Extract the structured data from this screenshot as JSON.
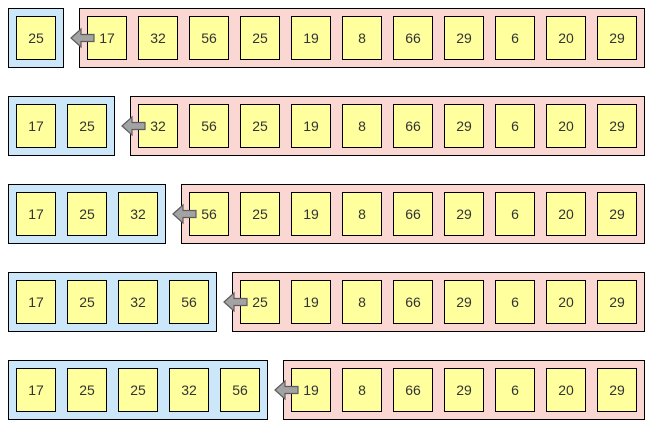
{
  "diagram": {
    "type": "insertion-sort-steps",
    "colors": {
      "sorted_container_bg": "#cde7fa",
      "unsorted_container_bg": "#fad7d2",
      "value_box_bg": "#ffff9e",
      "arrow_fill": "#a3a3a3",
      "arrow_border": "#5c5c5c",
      "border": "#000000",
      "background": "#ffffff"
    }
  },
  "rows": [
    {
      "sorted": [
        25
      ],
      "unsorted": [
        17,
        32,
        56,
        25,
        19,
        8,
        66,
        29,
        6,
        20,
        29
      ]
    },
    {
      "sorted": [
        17,
        25
      ],
      "unsorted": [
        32,
        56,
        25,
        19,
        8,
        66,
        29,
        6,
        20,
        29
      ]
    },
    {
      "sorted": [
        17,
        25,
        32
      ],
      "unsorted": [
        56,
        25,
        19,
        8,
        66,
        29,
        6,
        20,
        29
      ]
    },
    {
      "sorted": [
        17,
        25,
        32,
        56
      ],
      "unsorted": [
        25,
        19,
        8,
        66,
        29,
        6,
        20,
        29
      ]
    },
    {
      "sorted": [
        17,
        25,
        25,
        32,
        56
      ],
      "unsorted": [
        19,
        8,
        66,
        29,
        6,
        20,
        29
      ]
    }
  ]
}
